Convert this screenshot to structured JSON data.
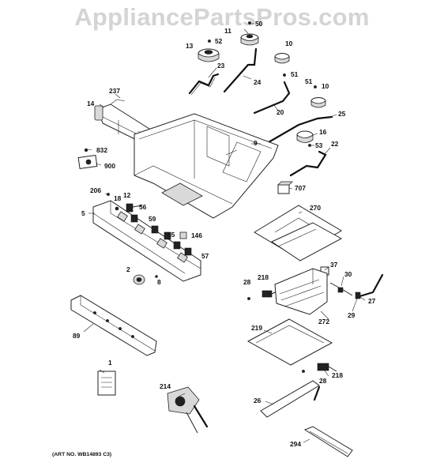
{
  "watermark": "AppliancePartsPros.com",
  "art_number": "(ART NO. WB14893 C3)",
  "callouts": {
    "c237": "237",
    "c14": "14",
    "c832": "832",
    "c900": "900",
    "c206": "206",
    "c18": "18",
    "c12": "12",
    "c56": "56",
    "c5": "5",
    "c59": "59",
    "c55": "55",
    "c146": "146",
    "c57": "57",
    "c2": "2",
    "c8": "8",
    "c89": "89",
    "c1": "1",
    "c214": "214",
    "c13": "13",
    "c52": "52",
    "c11": "11",
    "c50": "50",
    "c10a": "10",
    "c23": "23",
    "c24": "24",
    "c51": "51",
    "c51b": "51",
    "c10b": "10",
    "c20": "20",
    "c25": "25",
    "c16": "16",
    "c53": "53",
    "c22": "22",
    "c9": "9",
    "c707": "707",
    "c270": "270",
    "c37": "37",
    "c28a": "28",
    "c218a": "218",
    "c30": "30",
    "c27": "27",
    "c29": "29",
    "c272": "272",
    "c219": "219",
    "c218b": "218",
    "c28b": "28",
    "c26": "26",
    "c294": "294"
  }
}
